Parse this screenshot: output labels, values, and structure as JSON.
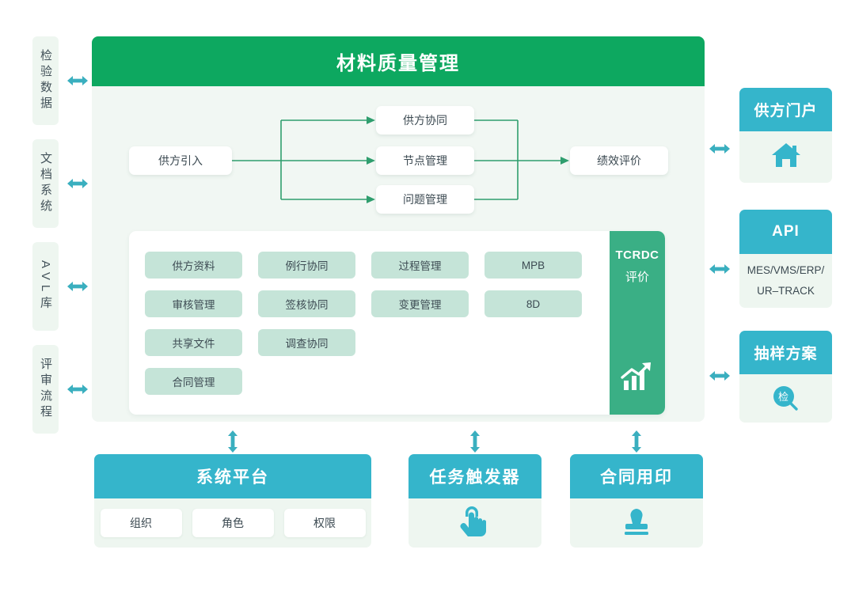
{
  "diagram": {
    "title": "材料质量管理",
    "colors": {
      "header_green": "#0da860",
      "panel_bg": "#f1f7f3",
      "module_mint": "#c5e4d8",
      "cyan": "#35b5cb",
      "tcrdc_green": "#3aaf85",
      "arrow_teal": "#3aafbf",
      "connector_green": "#2f9e6e"
    }
  },
  "left_rail": {
    "items": [
      {
        "label": "检验数据",
        "arrow": "双向箭头"
      },
      {
        "label": "文档系统",
        "arrow": "双向箭头"
      },
      {
        "label": "AVL库",
        "arrow": "双向箭头"
      },
      {
        "label": "评审流程",
        "arrow": "双向箭头"
      }
    ]
  },
  "flow": {
    "source": "供方引入",
    "middle": [
      "供方协同",
      "节点管理",
      "问题管理"
    ],
    "target": "绩效评价"
  },
  "modules": {
    "rows": [
      [
        "供方资料",
        "例行协同",
        "过程管理",
        "MPB"
      ],
      [
        "审核管理",
        "签核协同",
        "变更管理",
        "8D"
      ],
      [
        "共享文件",
        "调查协同"
      ],
      [
        "合同管理"
      ]
    ],
    "sidebar": {
      "title": "TCRDC",
      "subtitle": "评价",
      "icon": "growth-chart-icon"
    }
  },
  "right_panels": [
    {
      "title": "供方门户",
      "icon": "home-icon",
      "lines": []
    },
    {
      "title": "API",
      "icon": "",
      "lines": [
        "MES/VMS/ERP/",
        "UR–TRACK"
      ]
    },
    {
      "title": "抽样方案",
      "icon": "inspection-magnifier-icon",
      "icon_text": "检",
      "lines": []
    }
  ],
  "bottom_panels": [
    {
      "title": "系统平台",
      "buttons": [
        "组织",
        "角色",
        "权限"
      ],
      "icon": ""
    },
    {
      "title": "任务触发器",
      "buttons": [],
      "icon": "tap-hand-icon"
    },
    {
      "title": "合同用印",
      "buttons": [],
      "icon": "stamp-icon"
    }
  ]
}
